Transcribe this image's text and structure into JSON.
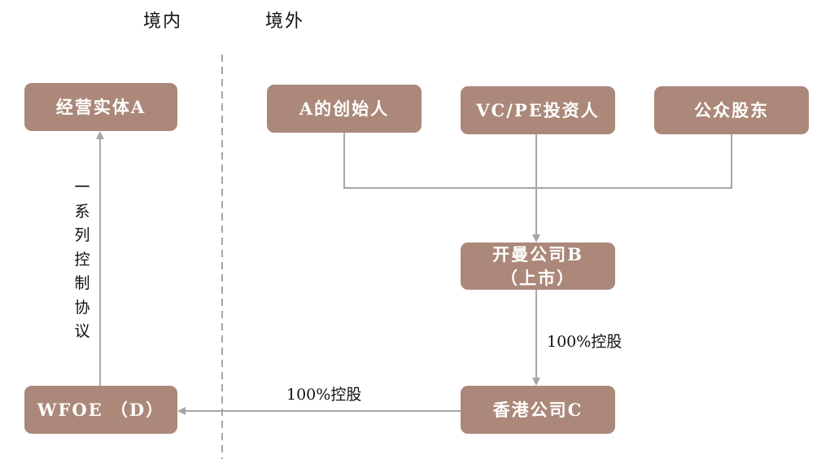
{
  "regions": {
    "domestic": "境内",
    "overseas": "境外"
  },
  "nodes": {
    "operating_entity": "经营实体A",
    "founder": "A的创始人",
    "vcpe": "VC/PE投资人",
    "public": "公众股东",
    "cayman_line1": "开曼公司B",
    "cayman_line2": "（上市）",
    "hongkong": "香港公司C",
    "wfoe": "WFOE （D）"
  },
  "edges": {
    "cayman_to_hk": "100%控股",
    "hk_to_wfoe": "100%控股",
    "control_agreements": [
      "一",
      "系",
      "列",
      "控",
      "制",
      "协",
      "议"
    ]
  },
  "colors": {
    "box": "#ab8879",
    "line": "#a6a6a6",
    "divider": "#a6a6a6"
  }
}
